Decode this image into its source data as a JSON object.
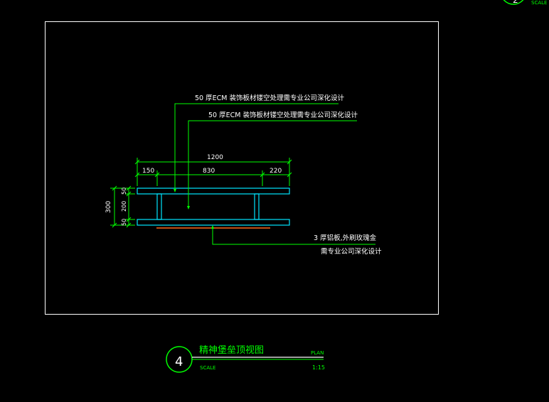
{
  "annotations": {
    "note_top_1": "50 厚ECM 装饰板材镂空处理需专业公司深化设计",
    "note_top_2": "50 厚ECM 装饰板材镂空处理需专业公司深化设计",
    "note_bottom_1": "3 厚铝板,外刷玫瑰金",
    "note_bottom_2": "需专业公司深化设计"
  },
  "dimensions": {
    "total_width": "1200",
    "seg_left": "150",
    "seg_mid": "830",
    "seg_right": "220",
    "total_height": "300",
    "h_top": "50",
    "h_mid": "200",
    "h_bottom": "50"
  },
  "title_block": {
    "number": "4",
    "title": "精神堡垒顶视图",
    "scale_label": "SCALE",
    "plan_label": "PLAN",
    "scale_value": "1:15"
  },
  "corner_block": {
    "number": "2",
    "scale_label": "SCALE"
  },
  "colors": {
    "background": "#000000",
    "frame": "#ffffff",
    "annotation": "#00ff00",
    "dimension": "#00ff00",
    "panel": "#00e5ff",
    "aluminum": "#ff6a1a"
  }
}
